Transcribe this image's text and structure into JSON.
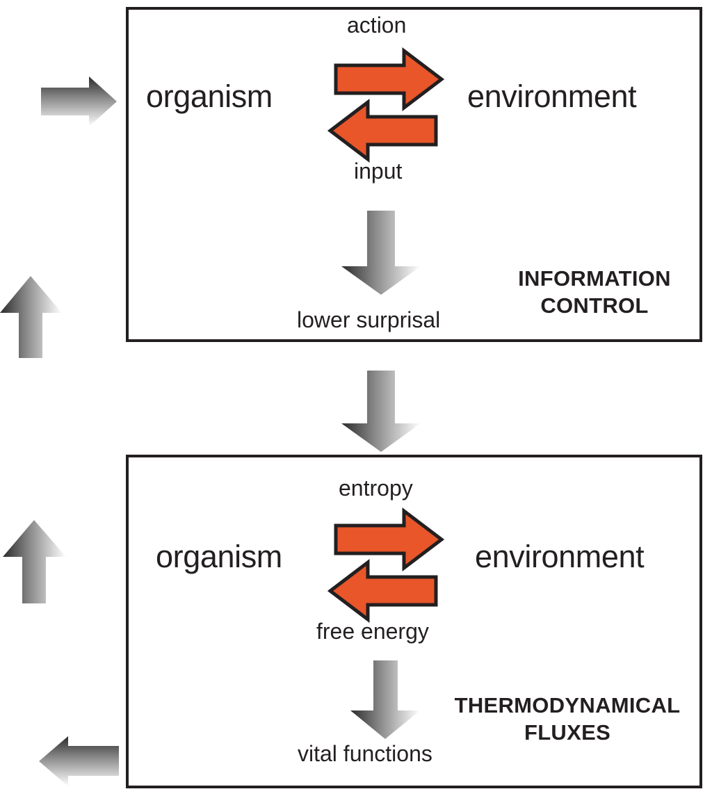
{
  "figure": {
    "background": "#ffffff",
    "accent_orange": "#E8562A",
    "outline_color": "#231f20",
    "gray_gradient_dark": "#3a3a3a",
    "gray_gradient_light": "#ffffff"
  },
  "panels": [
    {
      "id": "information-control",
      "title": "INFORMATION\nCONTROL",
      "left_node": "organism",
      "right_node": "environment",
      "forward_flow": "action",
      "backward_flow": "input",
      "output_label": "lower surprisal"
    },
    {
      "id": "thermodynamical-fluxes",
      "title": "THERMODYNAMICAL\nFLUXES",
      "left_node": "organism",
      "right_node": "environment",
      "forward_flow": "entropy",
      "backward_flow": "free energy",
      "output_label": "vital functions"
    }
  ],
  "arrows": {
    "panel1_forward": "orange-right-arrow",
    "panel1_backward": "orange-left-arrow",
    "panel1_down": "gray-down-arrow",
    "panel2_forward": "orange-right-arrow",
    "panel2_backward": "orange-left-arrow",
    "panel2_down": "gray-down-arrow",
    "interpanel_down": "gray-down-arrow",
    "external_in_top": "gray-right-arrow",
    "external_up_upper": "gray-up-arrow",
    "external_up_lower": "gray-up-arrow",
    "external_out_bottom": "gray-left-arrow"
  }
}
